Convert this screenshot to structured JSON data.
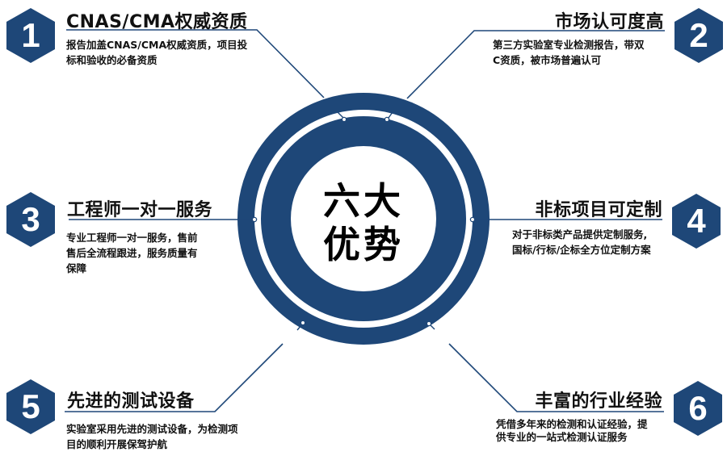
{
  "center": {
    "line1": "六大",
    "line2": "优势"
  },
  "colors": {
    "primary": "#1e4778",
    "text": "#111111",
    "background": "#ffffff"
  },
  "items": [
    {
      "number": "1",
      "title": "CNAS/CMA权威资质",
      "description_lines": [
        "报告加盖CNAS/CMA权威资质，项目投",
        "标和验收的必备资质"
      ]
    },
    {
      "number": "2",
      "title": "市场认可度高",
      "description_lines": [
        "第三方实验室专业检测报告，带双",
        "C资质，被市场普遍认可"
      ]
    },
    {
      "number": "3",
      "title": "工程师一对一服务",
      "description_lines": [
        "专业工程师一对一服务，售前",
        "售后全流程跟进，服务质量有",
        "保障"
      ]
    },
    {
      "number": "4",
      "title": "非标项目可定制",
      "description_lines": [
        "对于非标类产品提供定制服务,",
        "国标/行标/企标全方位定制方案"
      ]
    },
    {
      "number": "5",
      "title": "先进的测试设备",
      "description_lines": [
        "实验室采用先进的测试设备，为检测项",
        "目的顺利开展保驾护航"
      ]
    },
    {
      "number": "6",
      "title": "丰富的行业经验",
      "description_lines": [
        "凭借多年来的检测和认证经验，提",
        "供专业的一站式检测认证服务"
      ]
    }
  ]
}
